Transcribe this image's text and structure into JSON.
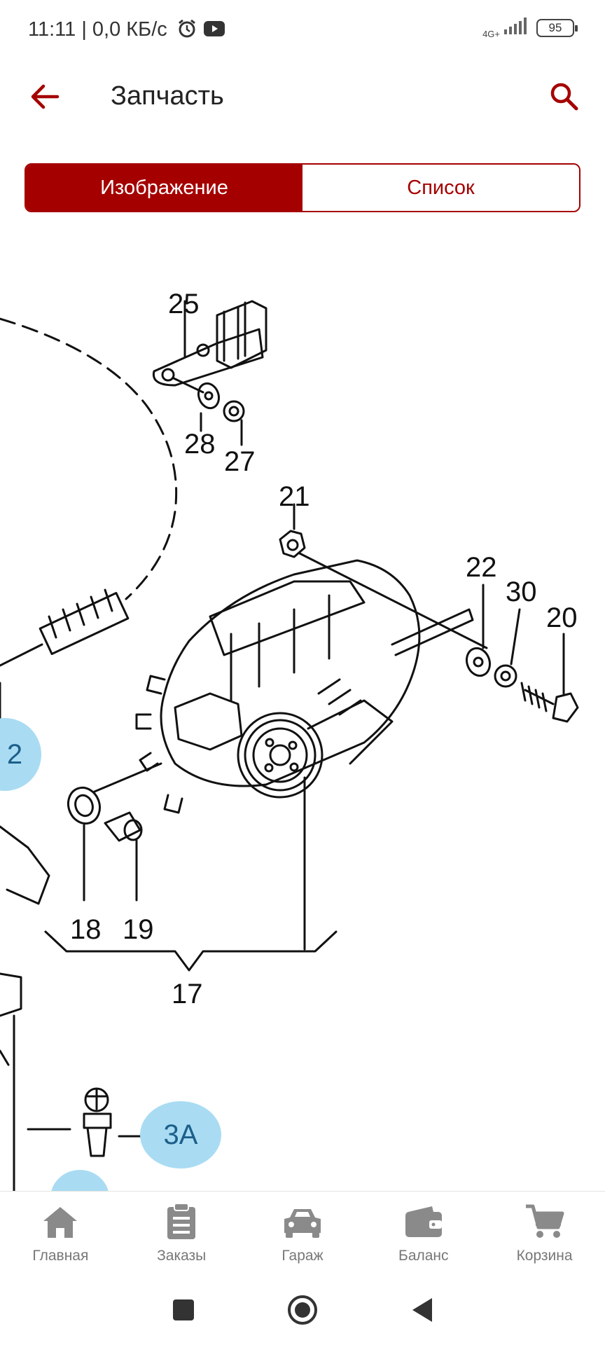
{
  "status_bar": {
    "time": "11:11 | 0,0 КБ/с",
    "network": "4G+",
    "battery": "95",
    "icons": [
      "alarm-icon",
      "youtube-icon",
      "signal-icon",
      "battery-icon"
    ]
  },
  "app_bar": {
    "title": "Запчасть",
    "back_icon": "arrow-left-icon",
    "search_icon": "search-icon"
  },
  "tabs": [
    {
      "label": "Изображение",
      "active": true
    },
    {
      "label": "Список",
      "active": false
    }
  ],
  "diagram": {
    "part_labels": [
      "25",
      "28",
      "27",
      "21",
      "22",
      "30",
      "20",
      "18",
      "19",
      "17"
    ],
    "callouts": [
      "2",
      "3A"
    ]
  },
  "bottom_nav": [
    {
      "label": "Главная",
      "icon": "home-icon"
    },
    {
      "label": "Заказы",
      "icon": "orders-icon"
    },
    {
      "label": "Гараж",
      "icon": "car-icon"
    },
    {
      "label": "Баланс",
      "icon": "wallet-icon"
    },
    {
      "label": "Корзина",
      "icon": "cart-icon"
    }
  ],
  "colors": {
    "accent": "#a50000",
    "callout": "#a9dcf3",
    "nav_icon": "#8a8a8a"
  }
}
